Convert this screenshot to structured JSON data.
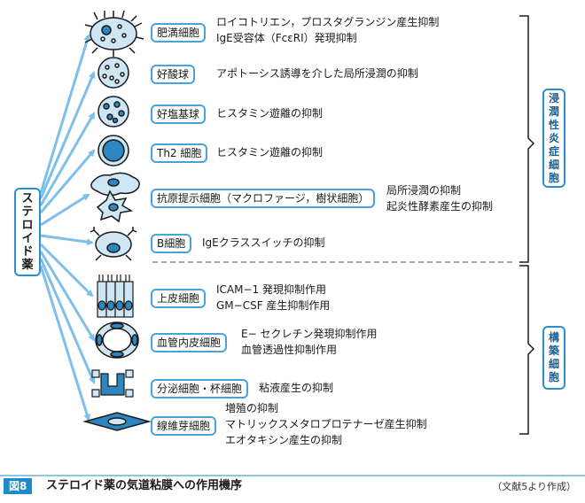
{
  "steroid_label": "ステロイド薬",
  "cells": [
    {
      "name": "肥満細胞",
      "effects": [
        "ロイコトリエン，プロスタグランジン産生抑制",
        "IgE受容体（FcεRI）発現抑制"
      ]
    },
    {
      "name": "好酸球",
      "effects": [
        "アポトーシス誘導を介した局所浸潤の抑制"
      ]
    },
    {
      "name": "好塩基球",
      "effects": [
        "ヒスタミン遊離の抑制"
      ]
    },
    {
      "name": "Th2 細胞",
      "effects": [
        "ヒスタミン遊離の抑制"
      ]
    },
    {
      "name": "抗原提示細胞（マクロファージ，樹状細胞）",
      "effects": [
        "局所浸潤の抑制",
        "起炎性酵素産生の抑制"
      ]
    },
    {
      "name": "B細胞",
      "effects": [
        "IgEクラススイッチの抑制"
      ]
    },
    {
      "name": "上皮細胞",
      "effects": [
        "ICAM−1 発現抑制作用",
        "GM−CSF 産生抑制作用"
      ]
    },
    {
      "name": "血管内皮細胞",
      "effects": [
        "E− セクレチン発現抑制作用",
        "血管透過性抑制作用"
      ]
    },
    {
      "name": "分泌細胞・杯細胞",
      "effects": [
        "粘液産生の抑制"
      ]
    },
    {
      "name": "線維芽細胞",
      "effects": [
        "増殖の抑制",
        "マトリックスメタロプロテナーゼ産生抑制",
        "エオタキシン産生の抑制"
      ]
    }
  ],
  "groups": {
    "inflammatory": "浸潤性炎症細胞",
    "structural": "構築細胞"
  },
  "figure": {
    "label": "図8",
    "title": "ステロイド薬の気道粘膜への作用機序",
    "source": "（文献5より作成）"
  },
  "colors": {
    "accent": "#4aa3d8",
    "dark_accent": "#1f8ac9",
    "cell_fill": "#cfe6f5",
    "nucleus": "#2e86c1"
  }
}
